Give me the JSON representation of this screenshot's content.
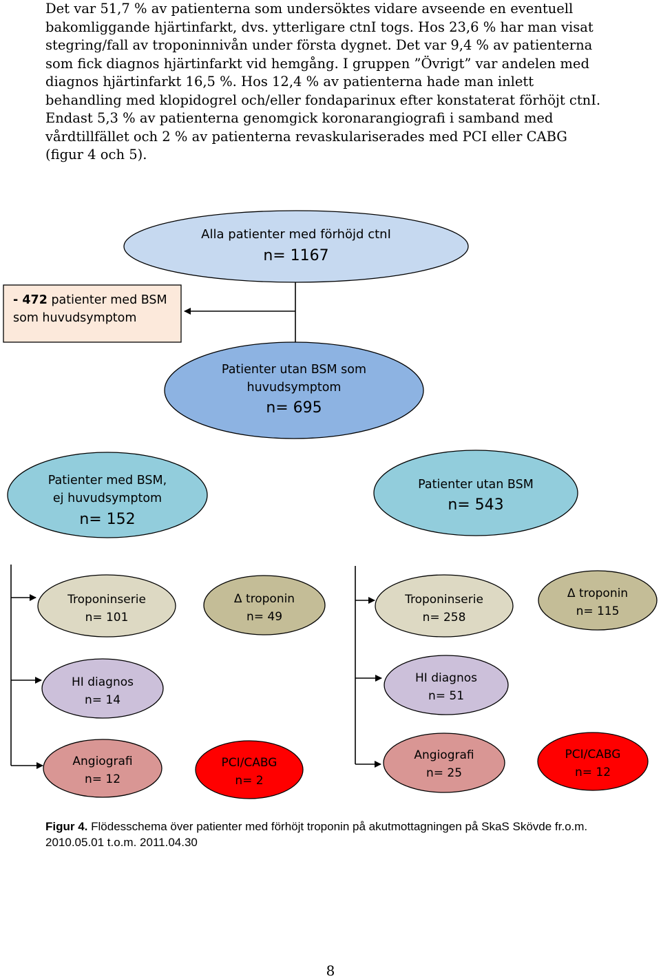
{
  "body_text": {
    "lines": [
      "Det var 51,7 % av patienterna som undersöktes vidare avseende en eventuell",
      "bakomliggande hjärtinfarkt, dvs. ytterligare ctnI togs. Hos 23,6 % har man visat",
      "stegring/fall av troponinnivån under första dygnet. Det var 9,4 % av patienterna",
      "som fick diagnos hjärtinfarkt vid hemgång. I gruppen ”Övrigt” var andelen med",
      "diagnos hjärtinfarkt 16,5 %. Hos 12,4 % av patienterna hade man inlett",
      "behandling med klopidogrel och/eller fondaparinux efter konstaterat förhöjt ctnI.",
      "Endast 5,3 % av patienterna genomgick koronarangiografi i samband med",
      "vårdtillfället och 2 % av patienterna revaskulariserades med PCI eller CABG",
      "(figur 4 och 5)."
    ]
  },
  "flowchart": {
    "root": {
      "label": "Alla patienter med förhöjd ctnI",
      "n": "n= 1167",
      "color": "#c6d9f0"
    },
    "excluded": {
      "line1_bold": "- 472",
      "line1_rest": " patienter med BSM",
      "line2": "som huvudsymptom",
      "color": "#fce9db"
    },
    "without_bsm_main": {
      "line1": "Patienter utan BSM som",
      "line2": "huvudsymptom",
      "n": "n= 695",
      "color": "#8db3e2"
    },
    "with_bsm": {
      "line1": "Patienter med BSM,",
      "line2": "ej huvudsymptom",
      "n": "n= 152",
      "color": "#92cddc"
    },
    "without_bsm": {
      "line1": "Patienter utan BSM",
      "n": "n= 543",
      "color": "#92cddc"
    },
    "left": {
      "troponinserie": {
        "label": "Troponinserie",
        "n": "n= 101"
      },
      "delta": {
        "label": "Δ troponin",
        "n": "n= 49"
      },
      "hi": {
        "label": "HI diagnos",
        "n": "n= 14"
      },
      "angio": {
        "label": "Angiografi",
        "n": "n= 12"
      },
      "pci": {
        "label": "PCI/CABG",
        "n": "n= 2"
      }
    },
    "right": {
      "troponinserie": {
        "label": "Troponinserie",
        "n": "n= 258"
      },
      "delta": {
        "label": "Δ troponin",
        "n": "n= 115"
      },
      "hi": {
        "label": "HI diagnos",
        "n": "n= 51"
      },
      "angio": {
        "label": "Angiografi",
        "n": "n= 25"
      },
      "pci": {
        "label": "PCI/CABG",
        "n": "n= 12"
      }
    },
    "colors": {
      "troponinserie": "#ddd9c3",
      "delta": "#c4bd97",
      "hi": "#ccc0da",
      "angio": "#d99694",
      "pci": "#ff0000",
      "outline": "#000000"
    }
  },
  "caption": {
    "label": "Figur 4.",
    "text": " Flödesschema över patienter med förhöjt troponin på akutmottagningen på SkaS Skövde fr.o.m. 2010.05.01 t.o.m. 2011.04.30"
  },
  "page_number": "8"
}
